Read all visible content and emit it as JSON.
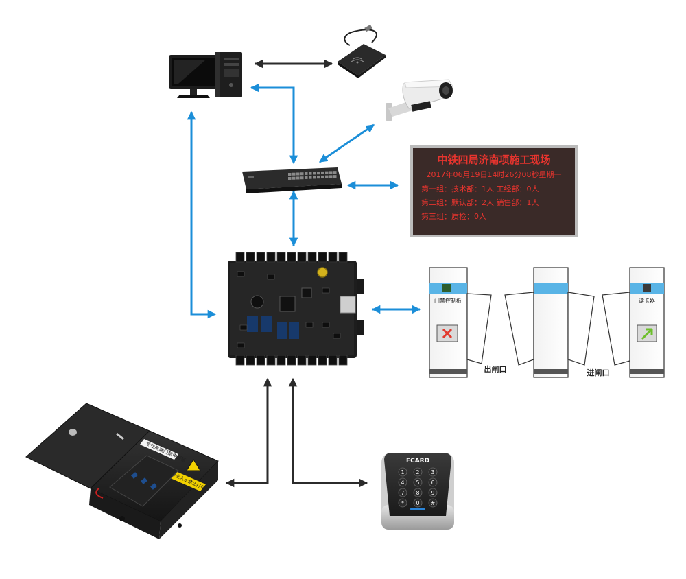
{
  "led_display": {
    "title": "中铁四局济南项施工现场",
    "datetime": "2017年06月19日14时26分08秒星期一",
    "line1": "第一组：技术部：1人    工经部：0人",
    "line2": "第二组：默认部：2人    销售部：1人",
    "line3": "第三组：质检：0人"
  },
  "turnstile": {
    "controller_label": "门禁控制板",
    "reader_label": "读卡器",
    "exit_label": "出闸口",
    "entry_label": "进闸口"
  },
  "keypad": {
    "brand": "FCARD",
    "keys": [
      "1",
      "2",
      "3",
      "4",
      "5",
      "6",
      "7",
      "8",
      "9",
      "*",
      "0",
      "#"
    ]
  },
  "power_box": {
    "title": "专业高端门禁电源箱",
    "warning": "注意：非专业人士禁止打开"
  },
  "colors": {
    "link_blue": "#1b8ed8",
    "link_dark": "#2b2b2b",
    "led_red": "#e8342e",
    "led_bg": "#3a2a28"
  }
}
